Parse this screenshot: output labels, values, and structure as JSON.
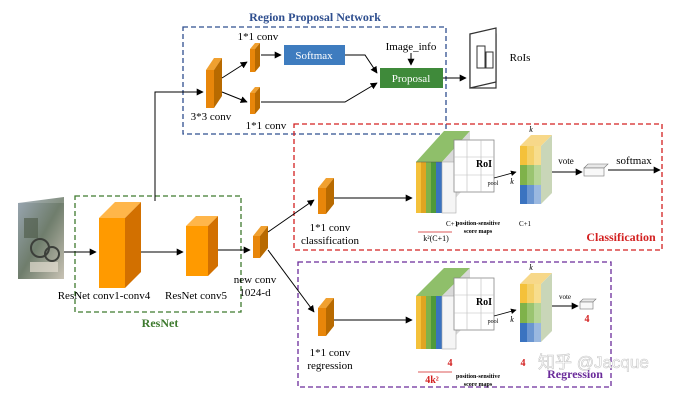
{
  "rpn": {
    "title": "Region Proposal Network",
    "conv_top": "1*1 conv",
    "conv_bottom": "1*1 conv",
    "conv3": "3*3 conv",
    "softmax": "Softmax",
    "image_info": "Image_info",
    "proposal": "Proposal",
    "rois": "RoIs"
  },
  "resnet": {
    "title": "ResNet",
    "block1": "ResNet conv1-conv4",
    "block2": "ResNet conv5",
    "new_conv_l1": "new conv",
    "new_conv_l2": "1024-d"
  },
  "classification": {
    "title": "Classification",
    "conv_l1": "1*1 conv",
    "conv_l2": "classification",
    "roi": "RoI",
    "pool": "pool",
    "vote": "vote",
    "softmax": "softmax",
    "k": "k",
    "c1": "C+1",
    "k2c1": "k²(C+1)",
    "psmaps_l1": "position-sensitive",
    "psmaps_l2": "score maps"
  },
  "regression": {
    "title": "Regression",
    "conv_l1": "1*1 conv",
    "conv_l2": "regression",
    "roi": "RoI",
    "pool": "pool",
    "vote": "vote",
    "four": "4",
    "k": "k",
    "k4": "4k²",
    "psmaps_l1": "position-sensitive",
    "psmaps_l2": "score maps"
  },
  "watermark": "知乎 @Jacque",
  "colors": {
    "rpn_border": "#2f4f8f",
    "resnet_border": "#3e7a2e",
    "class_border": "#d32020",
    "reg_border": "#6a2b9a",
    "softmax_box": "#3e7cbf",
    "proposal_box": "#3f8a3a",
    "conv_orange": "#e8860a",
    "bright_orange": "#ff9a00"
  }
}
